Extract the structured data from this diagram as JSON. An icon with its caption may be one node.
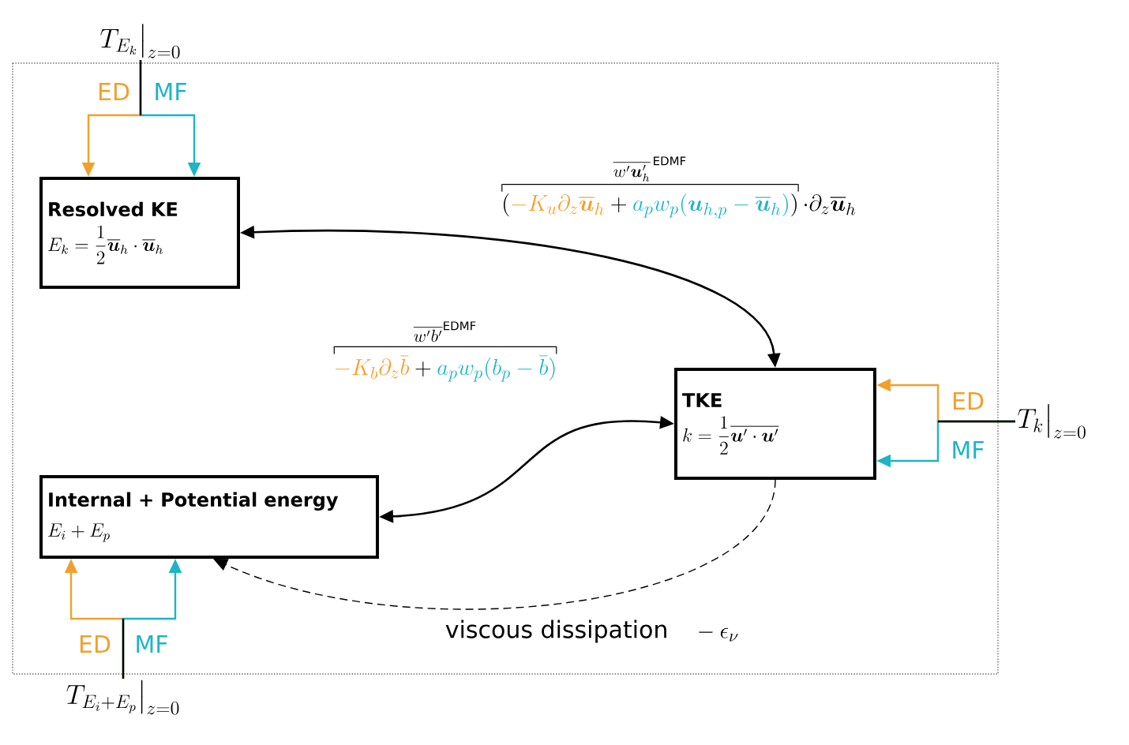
{
  "diagram": {
    "nodes": [
      {
        "text": [
          "Resolved KE",
          "E_k = \\frac{1}{2}\\overline{\\boldsymbol{u}}_h \\cdot \\overline{\\boldsymbol{u}}_h"
        ]
      },
      {
        "text": [
          "TKE",
          "k = \\frac{1}{2}\\overline{\\boldsymbol{u}' \\cdot \\boldsymbol{u}'}"
        ]
      },
      {
        "text": [
          "Internal + Potential energy",
          "E_i + E_p"
        ]
      },
      {
        "text": [
          "T_{E_k}\\big|_{z=0}"
        ]
      },
      {
        "text": [
          "T_k\\big|_{z=0}"
        ]
      },
      {
        "text": [
          "T_{E_i+E_p}\\big|_{z=0}"
        ]
      }
    ],
    "edges": [
      {
        "from": 3,
        "to": 0,
        "arrow": "to",
        "label": "ED",
        "color": "#f0a12c"
      },
      {
        "from": 3,
        "to": 0,
        "arrow": "to",
        "label": "MF",
        "color": "#1eb4c6"
      },
      {
        "from": 4,
        "to": 1,
        "arrow": "to",
        "label": "ED",
        "color": "#f0a12c"
      },
      {
        "from": 4,
        "to": 1,
        "arrow": "to",
        "label": "MF",
        "color": "#1eb4c6"
      },
      {
        "from": 5,
        "to": 2,
        "arrow": "to",
        "label": "ED",
        "color": "#f0a12c"
      },
      {
        "from": 5,
        "to": 2,
        "arrow": "to",
        "label": "MF",
        "color": "#1eb4c6"
      },
      {
        "from": 1,
        "to": 0,
        "arrow": "both",
        "color": "#000000",
        "label": "\\overbracket[0.6pt]{(\\textcolor[HTML]{F0A12C}{-K_u\\partial_z\\overline{\\boldsymbol{u}}_h} + \\textcolor[HTML]{1EB4C6}{a_p w_p(\\boldsymbol{u}_{h,p} - \\overline{\\boldsymbol{u}}_h)})}^{\\overline{w'\\boldsymbol{u}'_h}^{\\,\\textsf{EDMF}}} \\cdot \\partial_z\\overline{\\boldsymbol{u}}_h"
      },
      {
        "from": 1,
        "to": 2,
        "arrow": "both",
        "color": "#000000",
        "label": "\\overbracket[0.6pt]{\\textcolor[HTML]{F0A12C}{-K_b\\partial_z\\bar{b}} + \\textcolor[HTML]{1EB4C6}{a_p w_p(b_p - \\bar{b})}}^{\\overline{w'b'}^{\\textsf{EDMF}}}"
      },
      {
        "from": 1,
        "to": 2,
        "arrow": "to",
        "style": "dashed",
        "color": "#000000",
        "label": "\\text{viscous dissipation}\\quad -\\epsilon_\\nu"
      }
    ]
  }
}
